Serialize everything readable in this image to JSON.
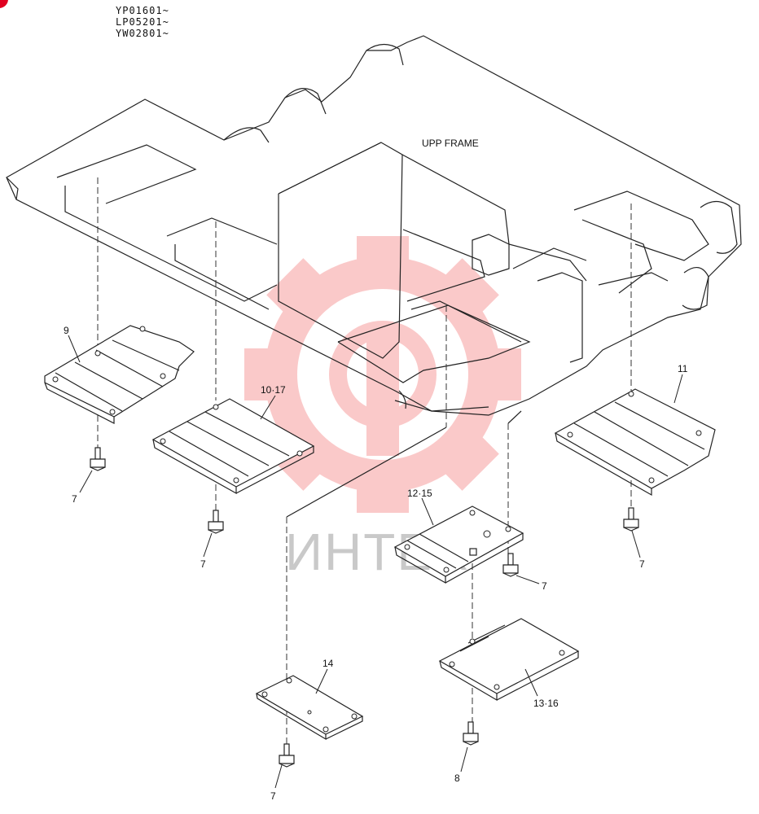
{
  "serial_lines": [
    "YP01601~",
    "LP05201~",
    "YW02801~"
  ],
  "frame_label": "UPP  FRAME",
  "watermark_text": "ИНТЕХ",
  "colors": {
    "line": "#222222",
    "watermark_gear": "#f04040",
    "corner_marker": "#e00020",
    "watermark_text": "#c9c9c9"
  },
  "callouts": {
    "p9": "9",
    "p10_17": "10·17",
    "p11": "11",
    "p12_15": "12·15",
    "p13_16": "13·16",
    "p14": "14",
    "p7_a": "7",
    "p7_b": "7",
    "p7_c": "7",
    "p7_d": "7",
    "p7_e": "7",
    "p8": "8"
  }
}
